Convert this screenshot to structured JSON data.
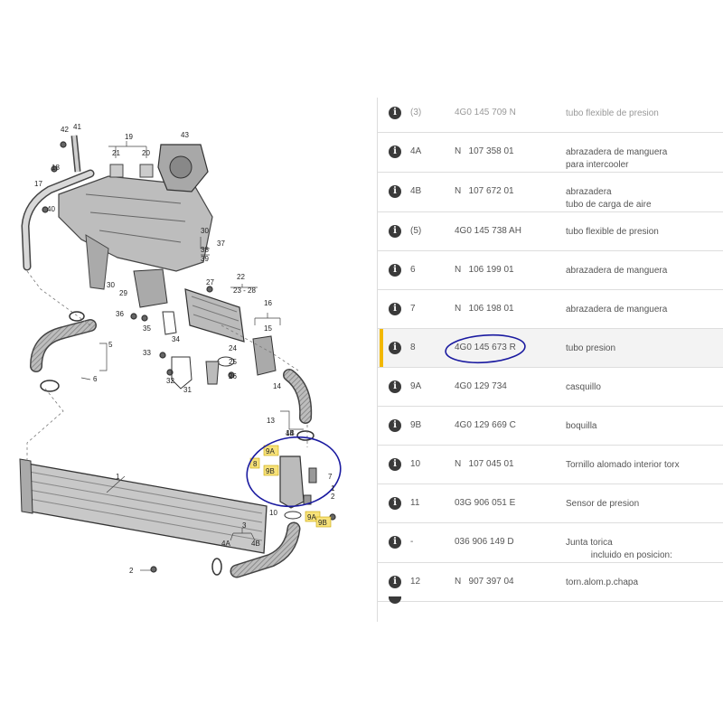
{
  "parts": [
    {
      "pos": "(3)",
      "number": "4G0 145 709 N",
      "desc": "tubo flexible de presion"
    },
    {
      "pos": "4A",
      "number": "N   107 358 01",
      "desc": "abrazadera de manguera\npara intercooler"
    },
    {
      "pos": "4B",
      "number": "N   107 672 01",
      "desc": "abrazadera\ntubo de carga de aire"
    },
    {
      "pos": "(5)",
      "number": "4G0 145 738 AH",
      "desc": "tubo flexible de presion"
    },
    {
      "pos": "6",
      "number": "N   106 199 01",
      "desc": "abrazadera de manguera"
    },
    {
      "pos": "7",
      "number": "N   106 198 01",
      "desc": "abrazadera de manguera"
    },
    {
      "pos": "8",
      "number": "4G0 145 673 R",
      "desc": "tubo presion"
    },
    {
      "pos": "9A",
      "number": "4G0 129 734",
      "desc": "casquillo"
    },
    {
      "pos": "9B",
      "number": "4G0 129 669 C",
      "desc": "boquilla"
    },
    {
      "pos": "10",
      "number": "N   107 045 01",
      "desc": "Tornillo alomado interior torx"
    },
    {
      "pos": "11",
      "number": "03G 906 051 E",
      "desc": "Sensor de presion"
    },
    {
      "pos": "-",
      "number": "036 906 149 D",
      "desc": "Junta torica\n          incluido en posicion:"
    },
    {
      "pos": "12",
      "number": "N   907 397 04",
      "desc": "torn.alom.p.chapa"
    }
  ],
  "info_glyph": "i",
  "diagram": {
    "labels": [
      "42",
      "41",
      "18",
      "17",
      "40",
      "19",
      "21",
      "20",
      "43",
      "30",
      "38",
      "37",
      "39",
      "22",
      "23 - 28",
      "27",
      "29",
      "30",
      "36",
      "35",
      "33",
      "34",
      "32",
      "31",
      "26",
      "25",
      "24",
      "16",
      "15",
      "14",
      "13",
      "5",
      "6",
      "1",
      "2",
      "3",
      "4A",
      "4B",
      "9A",
      "9B",
      "8",
      "9A",
      "9B",
      "7",
      "1",
      "2",
      "10",
      "4B",
      "14"
    ]
  },
  "colors": {
    "highlight": "#f2b800",
    "annotation": "#1a1aa0",
    "tag_fill": "#f7e27a"
  }
}
